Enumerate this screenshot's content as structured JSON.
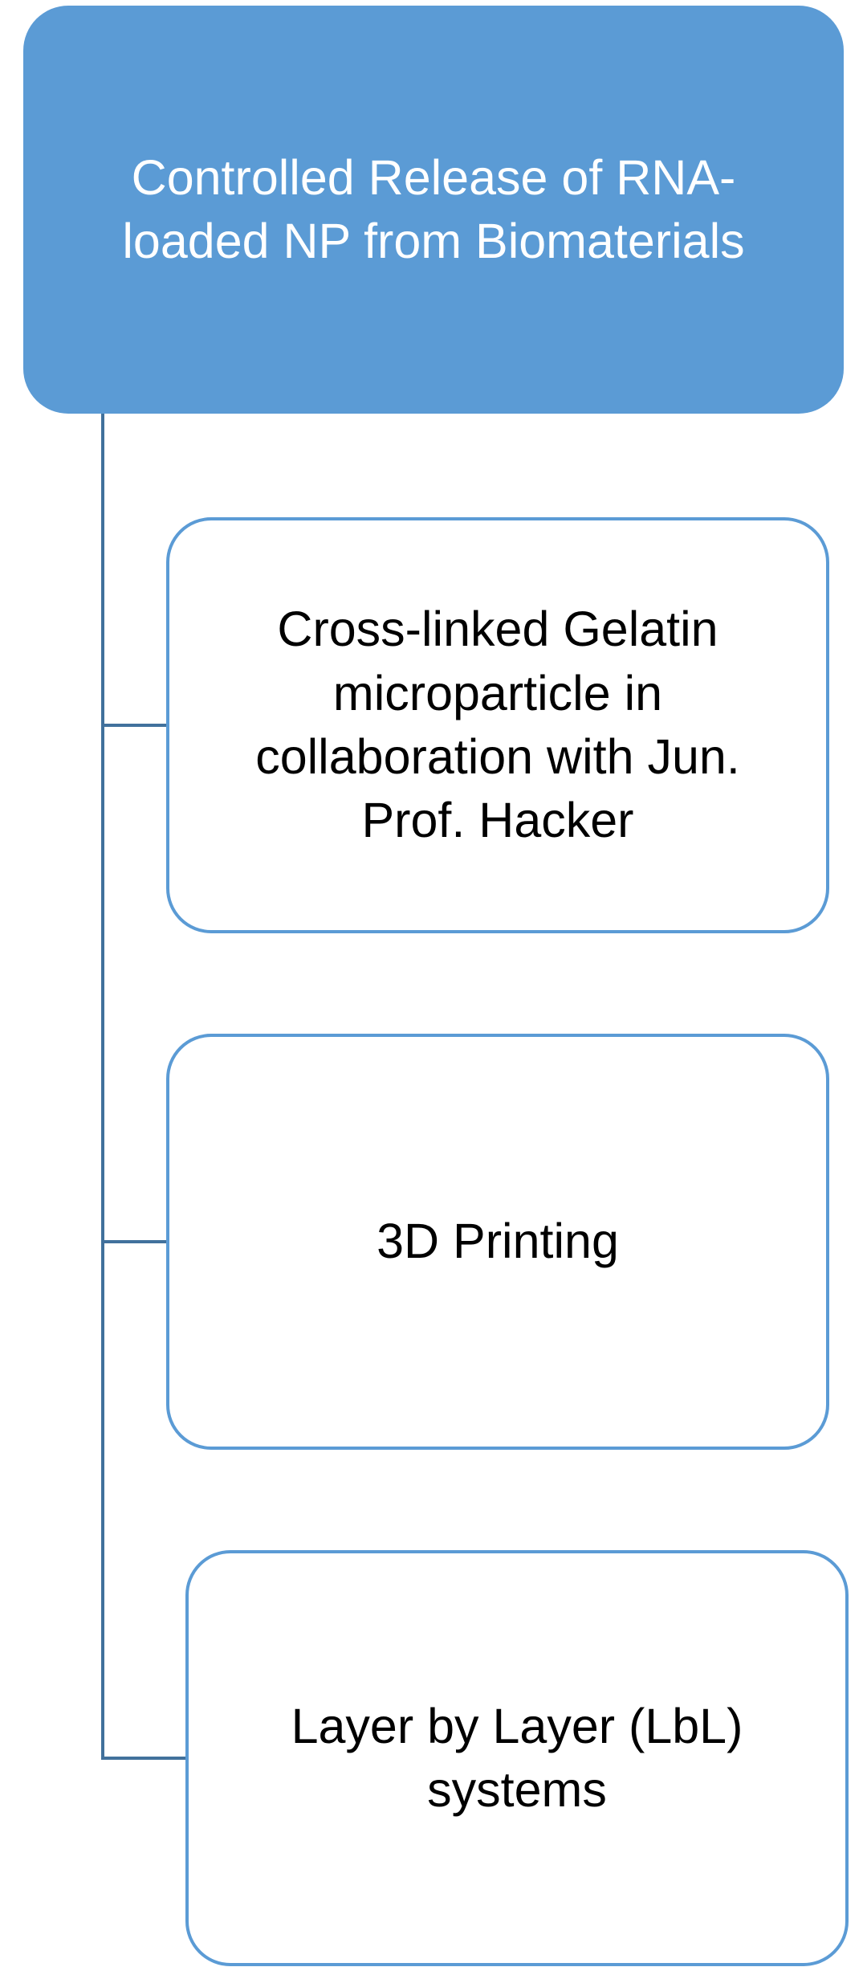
{
  "diagram": {
    "root": {
      "label": "Controlled Release of RNA-loaded NP from Biomaterials"
    },
    "children": [
      {
        "label": "Cross-linked Gelatin microparticle in collaboration with Jun. Prof. Hacker"
      },
      {
        "label": "3D Printing"
      },
      {
        "label": "Layer by Layer (LbL) systems"
      }
    ]
  },
  "colors": {
    "accent": "#5b9bd5",
    "connector": "#41719c",
    "root_text": "#ffffff",
    "child_text": "#000000"
  }
}
